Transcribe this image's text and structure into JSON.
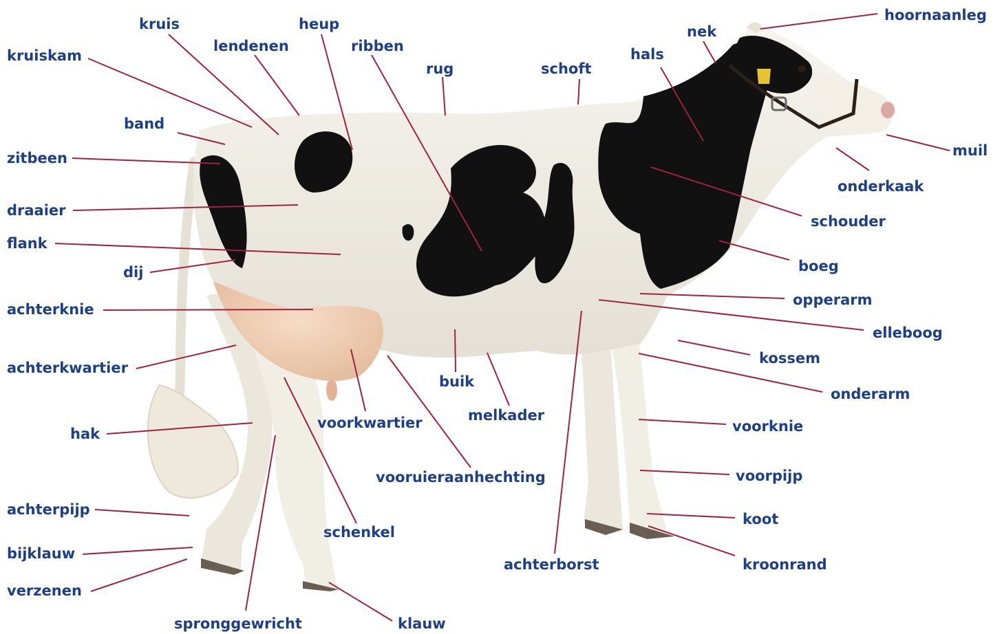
{
  "colors": {
    "label": "#1d3f85",
    "leader_line": "#a0223f",
    "coat_black": "#111111",
    "coat_white": "#f4f1ea",
    "udder": "#f0cfb6"
  },
  "labels": {
    "kruiskam": "kruiskam",
    "kruis": "kruis",
    "lendenen": "lendenen",
    "heup": "heup",
    "ribben": "ribben",
    "rug": "rug",
    "schoft": "schoft",
    "hals": "hals",
    "nek": "nek",
    "hoornaanleg": "hoornaanleg",
    "muil": "muil",
    "onderkaak": "onderkaak",
    "schouder": "schouder",
    "boeg": "boeg",
    "opperarm": "opperarm",
    "elleboog": "elleboog",
    "kossem": "kossem",
    "onderarm": "onderarm",
    "voorknie": "voorknie",
    "voorpijp": "voorpijp",
    "koot": "koot",
    "kroonrand": "kroonrand",
    "achterborst": "achterborst",
    "band": "band",
    "zitbeen": "zitbeen",
    "draaier": "draaier",
    "flank": "flank",
    "dij": "dij",
    "achterknie": "achterknie",
    "achterkwartier": "achterkwartier",
    "buik": "buik",
    "melkader": "melkader",
    "voorkwartier": "voorkwartier",
    "vooruieraanhechting": "vooruieraanhechting",
    "hak": "hak",
    "schenkel": "schenkel",
    "achterpijp": "achterpijp",
    "bijklauw": "bijklauw",
    "verzenen": "verzenen",
    "sprongewricht": "spronggewricht",
    "klauw": "klauw"
  }
}
